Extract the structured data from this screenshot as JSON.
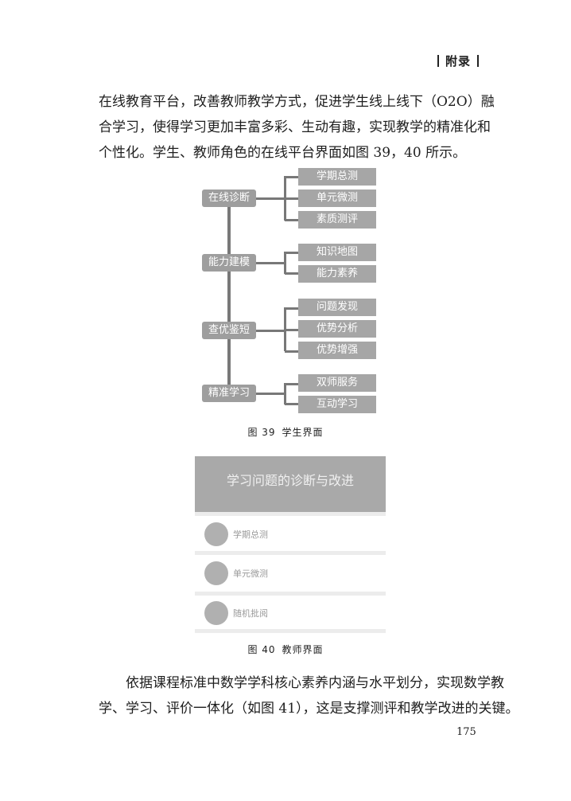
{
  "header": {
    "text": "附录"
  },
  "paragraph1": {
    "lines": [
      "在线教育平台，改善教师教学方式，促进学生线上线下（O2O）融",
      "合学习，使得学习更加丰富多彩、生动有趣，实现教学的精准化和",
      "个性化。学生、教师角色的在线平台界面如图 39，40 所示。"
    ]
  },
  "figure39": {
    "nodes": [
      {
        "label": "在线诊断",
        "children": [
          "学期总测",
          "单元微测",
          "素质测评"
        ]
      },
      {
        "label": "能力建模",
        "children": [
          "知识地图",
          "能力素养"
        ]
      },
      {
        "label": "查优鉴短",
        "children": [
          "问题发现",
          "优势分析",
          "优势增强"
        ]
      },
      {
        "label": "精准学习",
        "children": [
          "双师服务",
          "互动学习"
        ]
      }
    ],
    "caption_num": "图 39",
    "caption_text": "学生界面"
  },
  "figure40": {
    "title": "学习问题的诊断与改进",
    "items": [
      "学期总测",
      "单元微测",
      "随机批阅"
    ],
    "caption_num": "图 40",
    "caption_text": "教师界面"
  },
  "paragraph2": {
    "lines": [
      "　　依据课程标准中数学学科核心素养内涵与水平划分，实现数学教",
      "学、学习、评价一体化（如图 41），这是支撑测评和教学改进的关键。"
    ]
  },
  "page_number": "175"
}
